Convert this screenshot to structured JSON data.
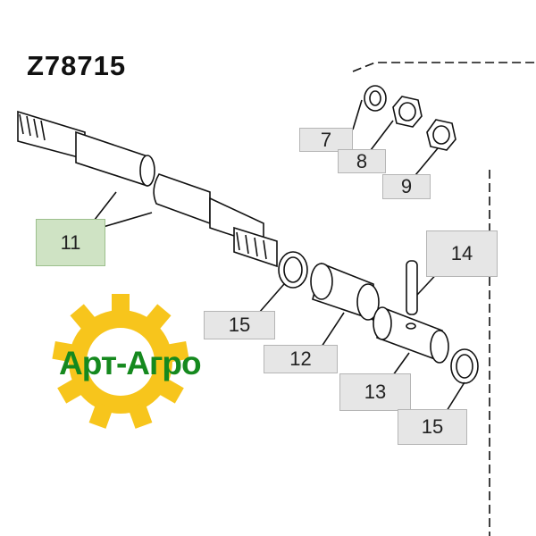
{
  "part_number": "Z78715",
  "logo": {
    "text": "Арт-Агро",
    "gear_color": "#f7c51c",
    "text_color": "#15891e"
  },
  "callouts": [
    {
      "id": "7",
      "label": "7"
    },
    {
      "id": "8",
      "label": "8"
    },
    {
      "id": "9",
      "label": "9"
    },
    {
      "id": "11",
      "label": "11"
    },
    {
      "id": "14",
      "label": "14"
    },
    {
      "id": "15a",
      "label": "15"
    },
    {
      "id": "12",
      "label": "12"
    },
    {
      "id": "13",
      "label": "13"
    },
    {
      "id": "15b",
      "label": "15"
    }
  ]
}
